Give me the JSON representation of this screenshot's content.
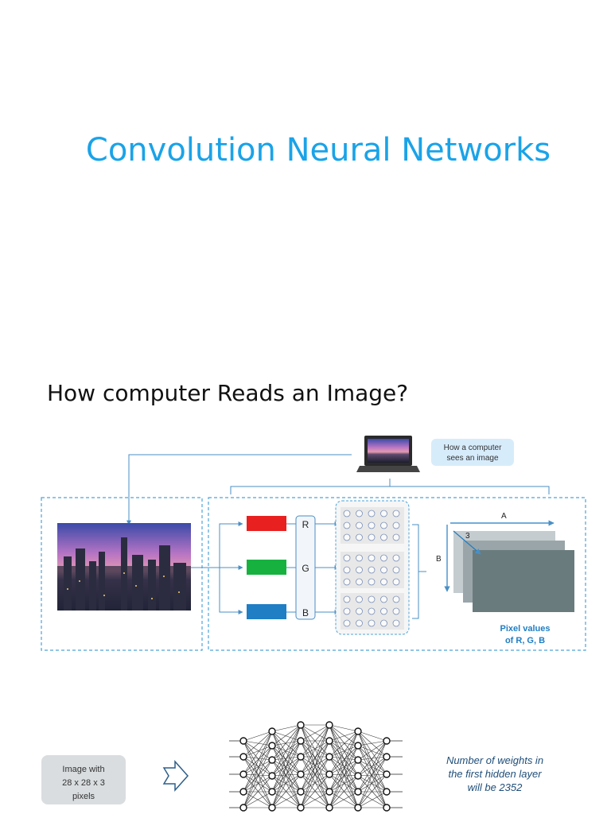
{
  "slide1": {
    "title": "Convolution Neural Networks"
  },
  "slide2": {
    "heading": "How computer Reads an Image?",
    "callout": [
      "How a computer",
      "sees an image"
    ],
    "channels": [
      "R",
      "G",
      "B"
    ],
    "axis_a": "A",
    "axis_b": "B",
    "depth_label": "3",
    "pixel_caption": [
      "Pixel values",
      "of R, G, B"
    ],
    "input_box": [
      "Image with",
      "28 x 28 x 3",
      "pixels"
    ],
    "weights_note": [
      "Number of weights in",
      "the first hidden layer",
      "will be 2352"
    ],
    "colors": {
      "red": "#e8201f",
      "green": "#17b140",
      "blue": "#1f7ec4",
      "dash": "#4da3d8",
      "accent": "#1aa3e8"
    }
  }
}
